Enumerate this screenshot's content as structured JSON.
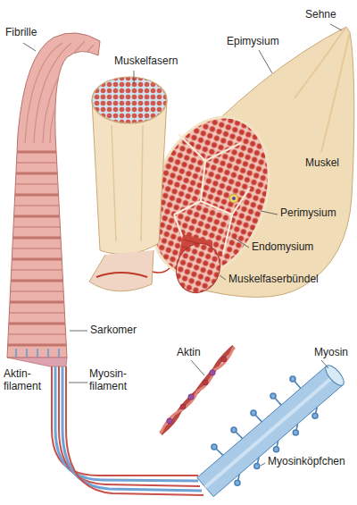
{
  "diagram": {
    "labels": [
      "Sehne",
      "Fibrille",
      "Epimysium",
      "Muskelfasern",
      "Muskel",
      "Perimysium",
      "Endomysium",
      "Muskelfaserbündel",
      "Sarkomer",
      "Aktin",
      "Myosin",
      "Aktin- filament",
      "Myosin- filament",
      "Myosinköpfchen"
    ]
  }
}
